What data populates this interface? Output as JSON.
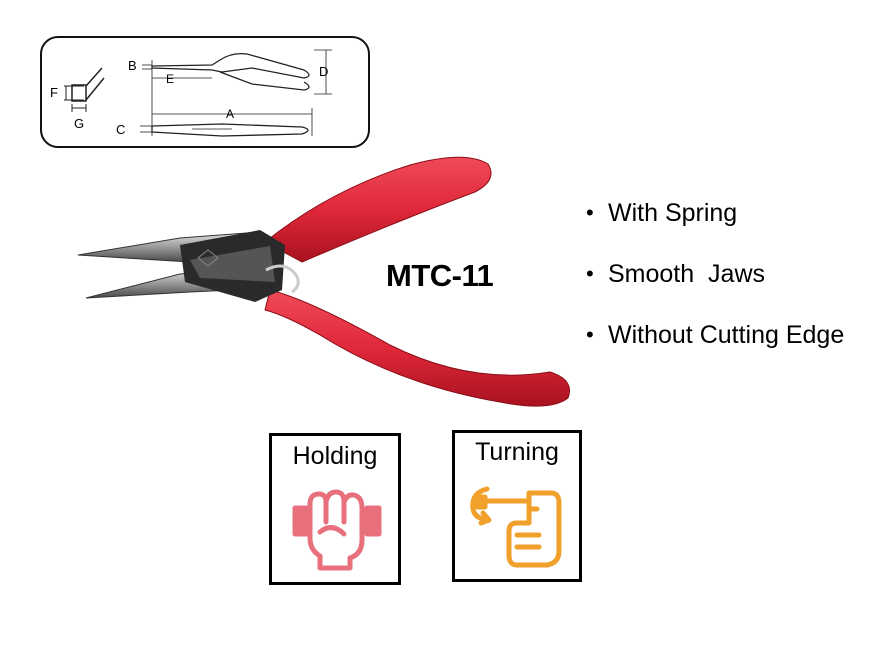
{
  "diagram": {
    "labels": {
      "a": "A",
      "b": "B",
      "c": "C",
      "d": "D",
      "e": "E",
      "f": "F",
      "g": "G"
    }
  },
  "product": {
    "model": "MTC-11",
    "features": [
      "With Spring",
      "Smooth  Jaws",
      "Without Cutting Edge"
    ],
    "bullet": "•"
  },
  "usage": {
    "holding": {
      "label": "Holding",
      "icon": "fist-icon",
      "color": "#e8707c"
    },
    "turning": {
      "label": "Turning",
      "icon": "turning-hand-icon",
      "color": "#f2a02c"
    }
  },
  "colors": {
    "handle_red": "#e0283a",
    "metal": "#b8b8b8",
    "dark_metal": "#2a2a2a"
  }
}
